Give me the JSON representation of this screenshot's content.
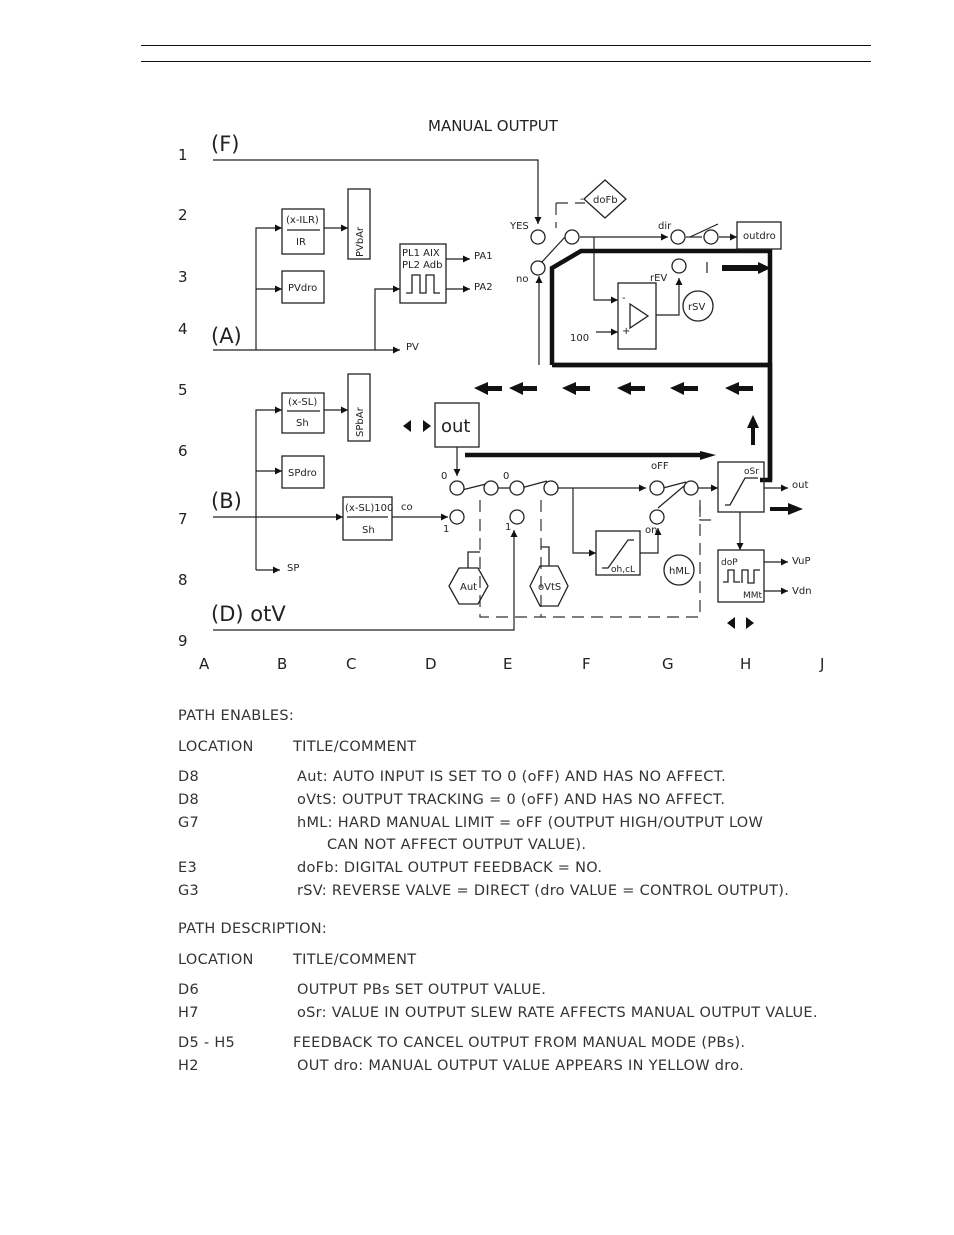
{
  "diagram": {
    "title": "MANUAL OUTPUT",
    "row_numbers": [
      "1",
      "2",
      "3",
      "4",
      "5",
      "6",
      "7",
      "8",
      "9"
    ],
    "column_letters": [
      "A",
      "B",
      "C",
      "D",
      "E",
      "F",
      "G",
      "H",
      "J"
    ],
    "inputs": {
      "f": "(F)",
      "a": "(A)",
      "b": "(B)",
      "d": "(D) otV"
    },
    "blocks": {
      "x_ilr_top": "(x-ILR)",
      "x_ilr_bottom": "IR",
      "pv_bar": "PVbAr",
      "pv_dro": "PVdro",
      "pl_top": "PL1 AIX",
      "pl_bottom": "PL2 Adb",
      "x_sl_top": "(x-SL)",
      "x_sl_bottom": "Sh",
      "sp_bar": "SPbAr",
      "sp_dro": "SPdro",
      "x_sl100_top": "(x-SL)100",
      "x_sl100_bottom": "Sh",
      "out": "out",
      "osr": "oSr",
      "outdro": "outdro",
      "dop": "doP",
      "mmt": "MMt",
      "ohcl": "oh,cL",
      "dofb": "doFb",
      "rsv": "rSV",
      "hml": "hML",
      "aut": "Aut",
      "ovts": "oVtS"
    },
    "signals": {
      "pa1": "PA1",
      "pa2": "PA2",
      "pv": "PV",
      "sp": "SP",
      "co": "co",
      "yes": "YES",
      "no": "no",
      "dir": "dir",
      "rev": "rEV",
      "val_100": "100",
      "minus": "-",
      "plus": "+",
      "zero_a": "0",
      "zero_b": "0",
      "one_a": "1",
      "one_b": "1",
      "off": "oFF",
      "on": "on",
      "out_sig": "out",
      "vup": "VuP",
      "vdn": "Vdn",
      "dash": "-"
    }
  },
  "notes": {
    "path_enables": {
      "heading": "PATH ENABLES:",
      "col_location": "LOCATION",
      "col_title": "TITLE/COMMENT",
      "rows": [
        {
          "loc": "D8",
          "text": "Aut: AUTO INPUT IS SET TO 0 (oFF) AND HAS NO AFFECT."
        },
        {
          "loc": "D8",
          "text": "oVtS: OUTPUT TRACKING = 0 (oFF) AND HAS NO AFFECT."
        },
        {
          "loc": "G7",
          "text": "hML: HARD MANUAL LIMIT = oFF (OUTPUT HIGH/OUTPUT LOW"
        },
        {
          "loc": "",
          "text": "CAN NOT AFFECT OUTPUT VALUE)."
        },
        {
          "loc": "E3",
          "text": "doFb: DIGITAL OUTPUT FEEDBACK = NO."
        },
        {
          "loc": "G3",
          "text": "rSV: REVERSE VALVE = DIRECT (dro VALUE = CONTROL OUTPUT)."
        }
      ]
    },
    "path_description": {
      "heading": "PATH DESCRIPTION:",
      "col_location": "LOCATION",
      "col_title": "TITLE/COMMENT",
      "rows": [
        {
          "loc": "D6",
          "text": "OUTPUT PBs SET OUTPUT VALUE."
        },
        {
          "loc": "H7",
          "text": "oSr: VALUE IN OUTPUT SLEW RATE AFFECTS MANUAL OUTPUT VALUE."
        },
        {
          "loc": "D5 - H5",
          "text": "FEEDBACK TO CANCEL OUTPUT FROM MANUAL MODE (PBs)."
        },
        {
          "loc": "H2",
          "text": "OUT dro: MANUAL OUTPUT VALUE APPEARS IN YELLOW dro."
        }
      ]
    }
  }
}
